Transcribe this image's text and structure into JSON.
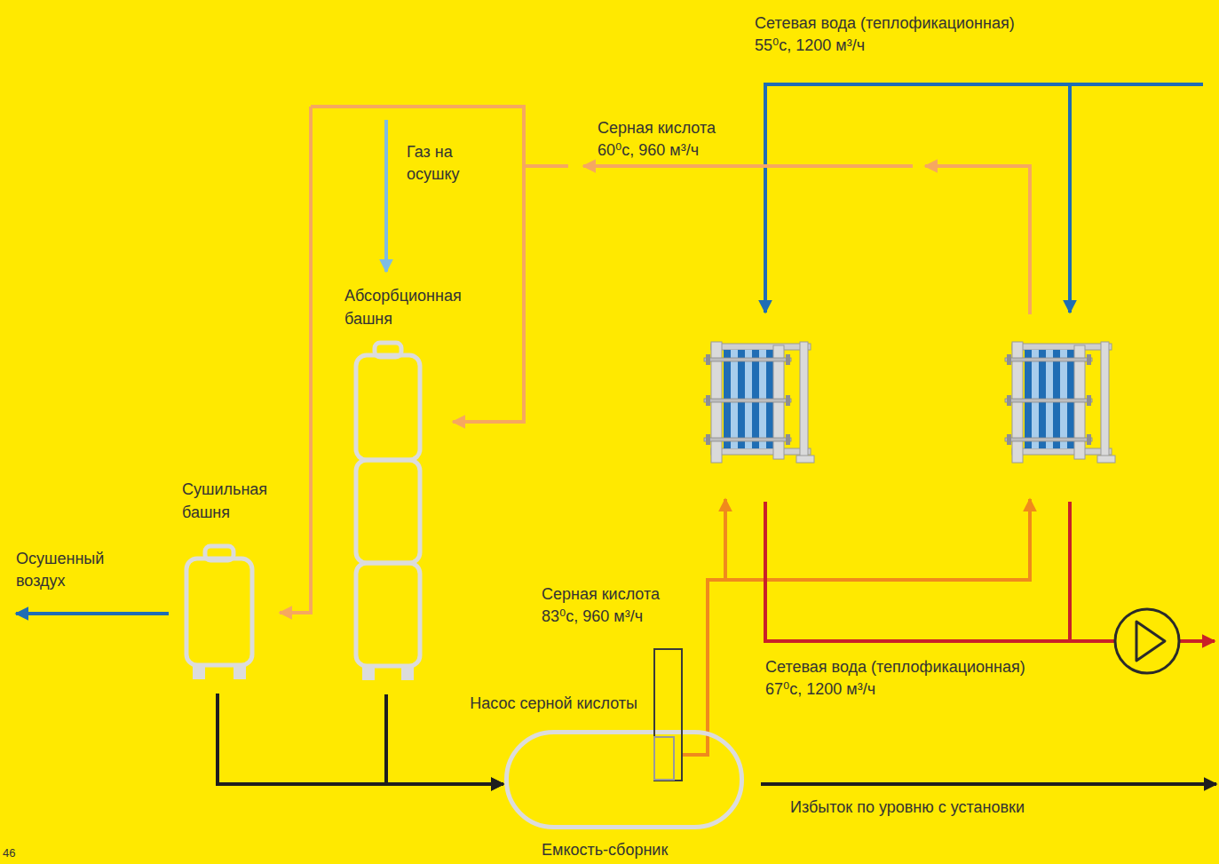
{
  "diagram": {
    "nodes": [
      {
        "text": [
          "Сушильная башня"
        ]
      },
      {
        "text": [
          "Абсорбционная башня"
        ]
      },
      {
        "text": [
          "Емкость-сборник"
        ]
      },
      {
        "text": [
          "Насос серной кислоты"
        ]
      }
    ],
    "edges": [
      {
        "from": 0,
        "to": 2,
        "arrow": "to"
      },
      {
        "from": 1,
        "to": 2,
        "arrow": "to"
      }
    ],
    "labels": [
      "Сетевая вода (теплофикационная)",
      "55⁰с, 1200 м³/ч",
      "Серная кислота",
      "60⁰с, 960 м³/ч",
      "Газ на осушку",
      "Осушенный воздух",
      "Серная кислота",
      "83⁰с, 960 м³/ч",
      "Сетевая вода (теплофикационная)",
      "67⁰с, 1200 м³/ч",
      "Избыток по уровню с установки",
      "46"
    ]
  }
}
